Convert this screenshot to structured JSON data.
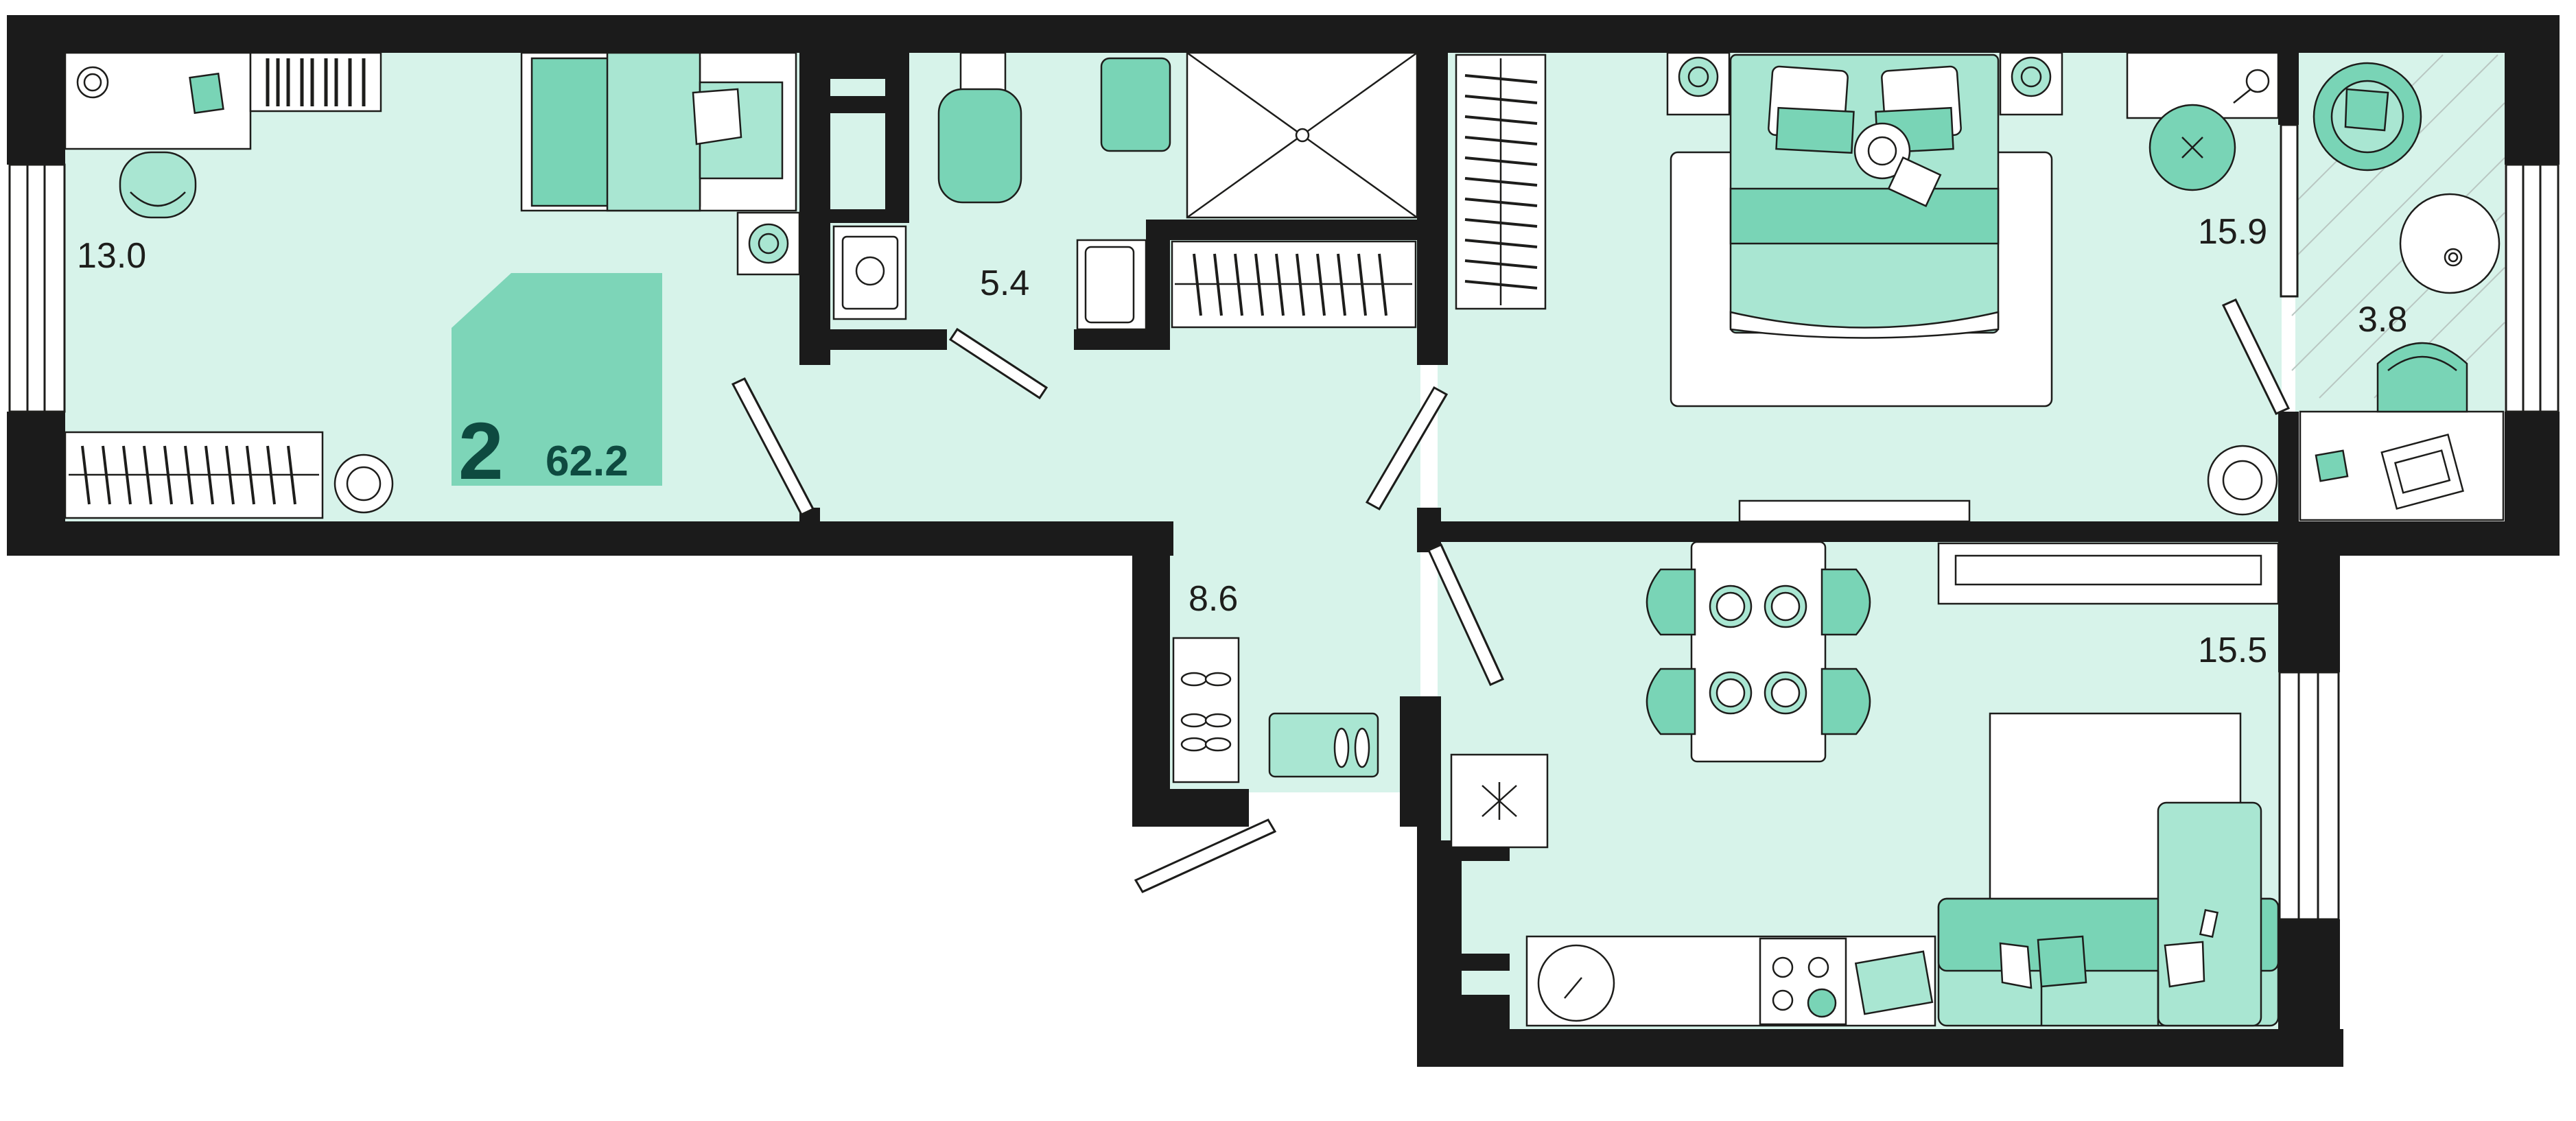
{
  "plan": {
    "rooms_count": "2",
    "total_area": "62.2",
    "rooms": [
      {
        "id": "bedroom-left",
        "area": "13.0"
      },
      {
        "id": "bathroom",
        "area": "5.4"
      },
      {
        "id": "hallway",
        "area": "8.6"
      },
      {
        "id": "bedroom-right",
        "area": "15.9"
      },
      {
        "id": "balcony",
        "area": "3.8"
      },
      {
        "id": "kitchen-living",
        "area": "15.5"
      }
    ],
    "colors": {
      "wall": "#1b1b1b",
      "floor": "#d7f3ea",
      "furniture_accent": "#79d4b6",
      "furniture_light": "#a9e6d2",
      "badge": "#7dd5b8",
      "badge_text": "#0e4a40"
    }
  }
}
